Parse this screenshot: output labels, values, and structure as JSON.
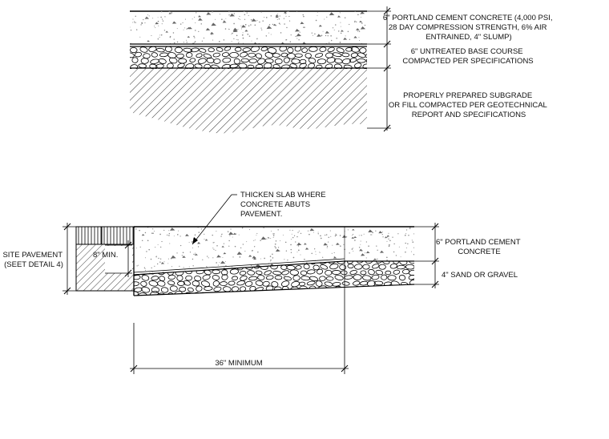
{
  "section_top": {
    "concrete_label": [
      "6\" PORTLAND CEMENT CONCRETE (4,000 PSI,",
      "28 DAY COMPRESSION STRENGTH, 6% AIR",
      "ENTRAINED, 4\" SLUMP)"
    ],
    "base_label": [
      "6\" UNTREATED BASE COURSE",
      "COMPACTED PER SPECIFICATIONS"
    ],
    "subgrade_label": [
      "PROPERLY PREPARED SUBGRADE",
      "OR FILL COMPACTED PER GEOTECHNICAL",
      "REPORT AND SPECIFICATIONS"
    ]
  },
  "section_bottom": {
    "callout": [
      "THICKEN SLAB WHERE",
      "CONCRETE ABUTS",
      "PAVEMENT."
    ],
    "site_pavement_label": [
      "SITE PAVEMENT",
      "(SEET DETAIL 4)"
    ],
    "min_depth_label": "8\" MIN.",
    "concrete_label": [
      "6\" PORTLAND CEMENT",
      "CONCRETE"
    ],
    "base_label": "4\" SAND OR GRAVEL",
    "width_label": "36\" MINIMUM"
  },
  "colors": {
    "line": "#000000",
    "text": "#111111",
    "concrete_dots": "#8a8a8a"
  }
}
